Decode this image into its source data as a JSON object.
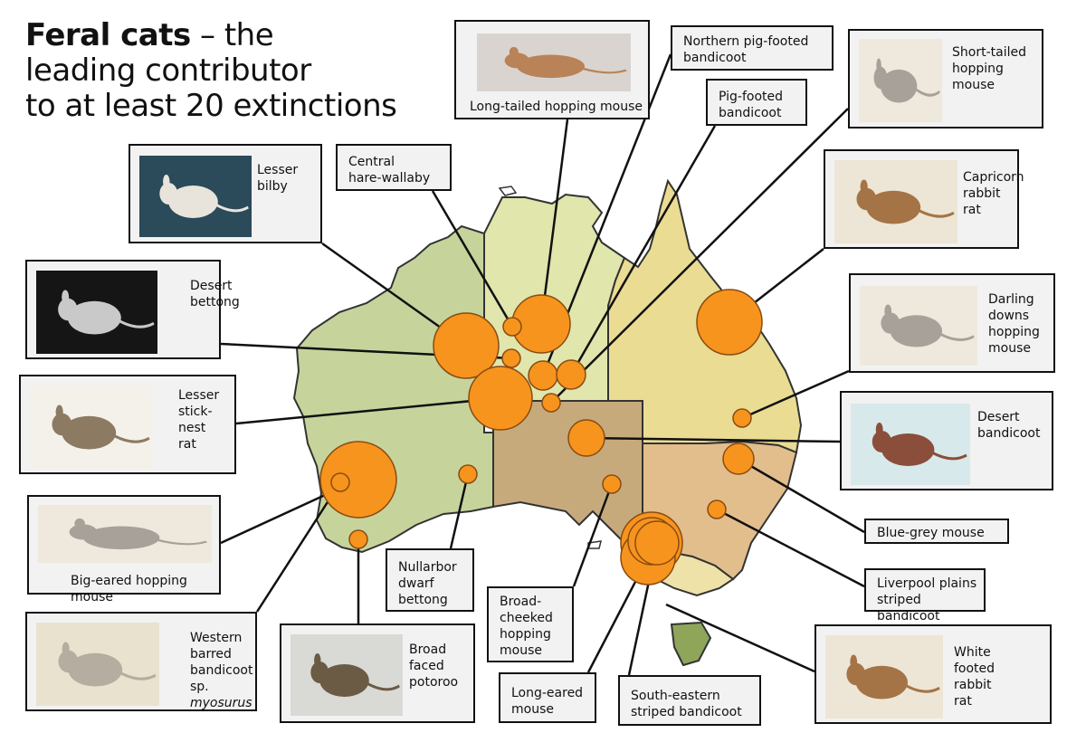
{
  "title": {
    "bold": "Feral cats",
    "rest": " – the",
    "line2": "leading contributor",
    "line3": "to at least 20 extinctions"
  },
  "colors": {
    "wa": "#c6d49c",
    "nt": "#e0e6ac",
    "qld": "#eadc93",
    "sa": "#c7aa7c",
    "nsw": "#e2be8c",
    "vic": "#efe2a8",
    "tas": "#8fa65a",
    "circle": "#f7941d",
    "circle_stroke": "#8a4b12",
    "card_bg": "#f2f2f2"
  },
  "species": [
    {
      "id": "long-tailed-hopping-mouse",
      "lines": [
        "Long-tailed hopping mouse"
      ],
      "icon": "mouse-photo"
    },
    {
      "id": "northern-pig-footed-bandicoot",
      "lines": [
        "Northern pig-footed",
        "bandicoot"
      ]
    },
    {
      "id": "pig-footed-bandicoot",
      "lines": [
        "Pig-footed",
        "bandicoot"
      ]
    },
    {
      "id": "short-tailed-hopping-mouse",
      "lines": [
        "Short-tailed",
        "hopping",
        "mouse"
      ],
      "icon": "mouse-illustration"
    },
    {
      "id": "lesser-bilby",
      "lines": [
        "Lesser",
        "bilby"
      ],
      "icon": "bilby-photo"
    },
    {
      "id": "central-hare-wallaby",
      "lines": [
        "Central",
        "hare-wallaby"
      ]
    },
    {
      "id": "capricorn-rabbit-rat",
      "lines": [
        "Capricorn",
        "rabbit",
        "rat"
      ],
      "icon": "rat-illustration"
    },
    {
      "id": "desert-bettong",
      "lines": [
        "Desert",
        "bettong"
      ],
      "icon": "bettong-photo"
    },
    {
      "id": "darling-downs-hopping-mouse",
      "lines": [
        "Darling",
        "downs",
        "hopping",
        "mouse"
      ],
      "icon": "mouse-illustration"
    },
    {
      "id": "lesser-stick-nest-rat",
      "lines": [
        "Lesser",
        "stick-nest",
        "rat"
      ],
      "icon": "rat-photo"
    },
    {
      "id": "desert-bandicoot",
      "lines": [
        "Desert",
        "bandicoot"
      ],
      "icon": "bandicoot-photo"
    },
    {
      "id": "big-eared-hopping-mouse",
      "lines": [
        "Big-eared hopping mouse"
      ],
      "icon": "mouse-illustration"
    },
    {
      "id": "blue-grey-mouse",
      "lines": [
        "Blue-grey mouse"
      ]
    },
    {
      "id": "liverpool-plains-striped-bandicoot",
      "lines": [
        "Liverpool plains",
        "striped bandicoot"
      ]
    },
    {
      "id": "western-barred-bandicoot",
      "lines": [
        "Western",
        "barred",
        "bandicoot",
        "sp. "
      ],
      "italic": "myosurus",
      "icon": "bandicoot-illustration"
    },
    {
      "id": "broad-faced-potoroo",
      "lines": [
        "Broad",
        "faced",
        "potoroo"
      ],
      "icon": "potoroo-photo"
    },
    {
      "id": "nullarbor-dwarf-bettong",
      "lines": [
        "Nullarbor",
        "dwarf",
        "bettong"
      ]
    },
    {
      "id": "broad-cheeked-hopping-mouse",
      "lines": [
        "Broad-",
        "cheeked",
        "hopping",
        "mouse"
      ]
    },
    {
      "id": "long-eared-mouse",
      "lines": [
        "Long-eared",
        "mouse"
      ]
    },
    {
      "id": "south-eastern-striped-bandicoot",
      "lines": [
        "South-eastern",
        "striped bandicoot"
      ]
    },
    {
      "id": "white-footed-rabbit-rat",
      "lines": [
        "White",
        "footed",
        "rabbit",
        "rat"
      ],
      "icon": "rat-illustration"
    }
  ]
}
